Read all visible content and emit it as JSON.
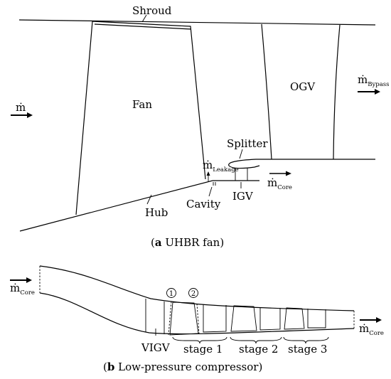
{
  "labels": {
    "shroud": "Shroud",
    "fan": "Fan",
    "ogv": "OGV",
    "splitter": "Splitter",
    "igv": "IGV",
    "cavity": "Cavity",
    "hub": "Hub",
    "vigv": "VIGV",
    "stage1": "stage 1",
    "stage2": "stage 2",
    "stage3": "stage 3",
    "marker1": "1",
    "marker2": "2"
  },
  "flows": {
    "symbol": "ṁ",
    "leakage_sub": "Leakage",
    "bypass_sub": "Bypass",
    "core_sub": "Core"
  },
  "captions": {
    "a_letter": "a",
    "a_text": " UHBR fan",
    "b_letter": "b",
    "b_text": " Low-pressure compressor"
  }
}
